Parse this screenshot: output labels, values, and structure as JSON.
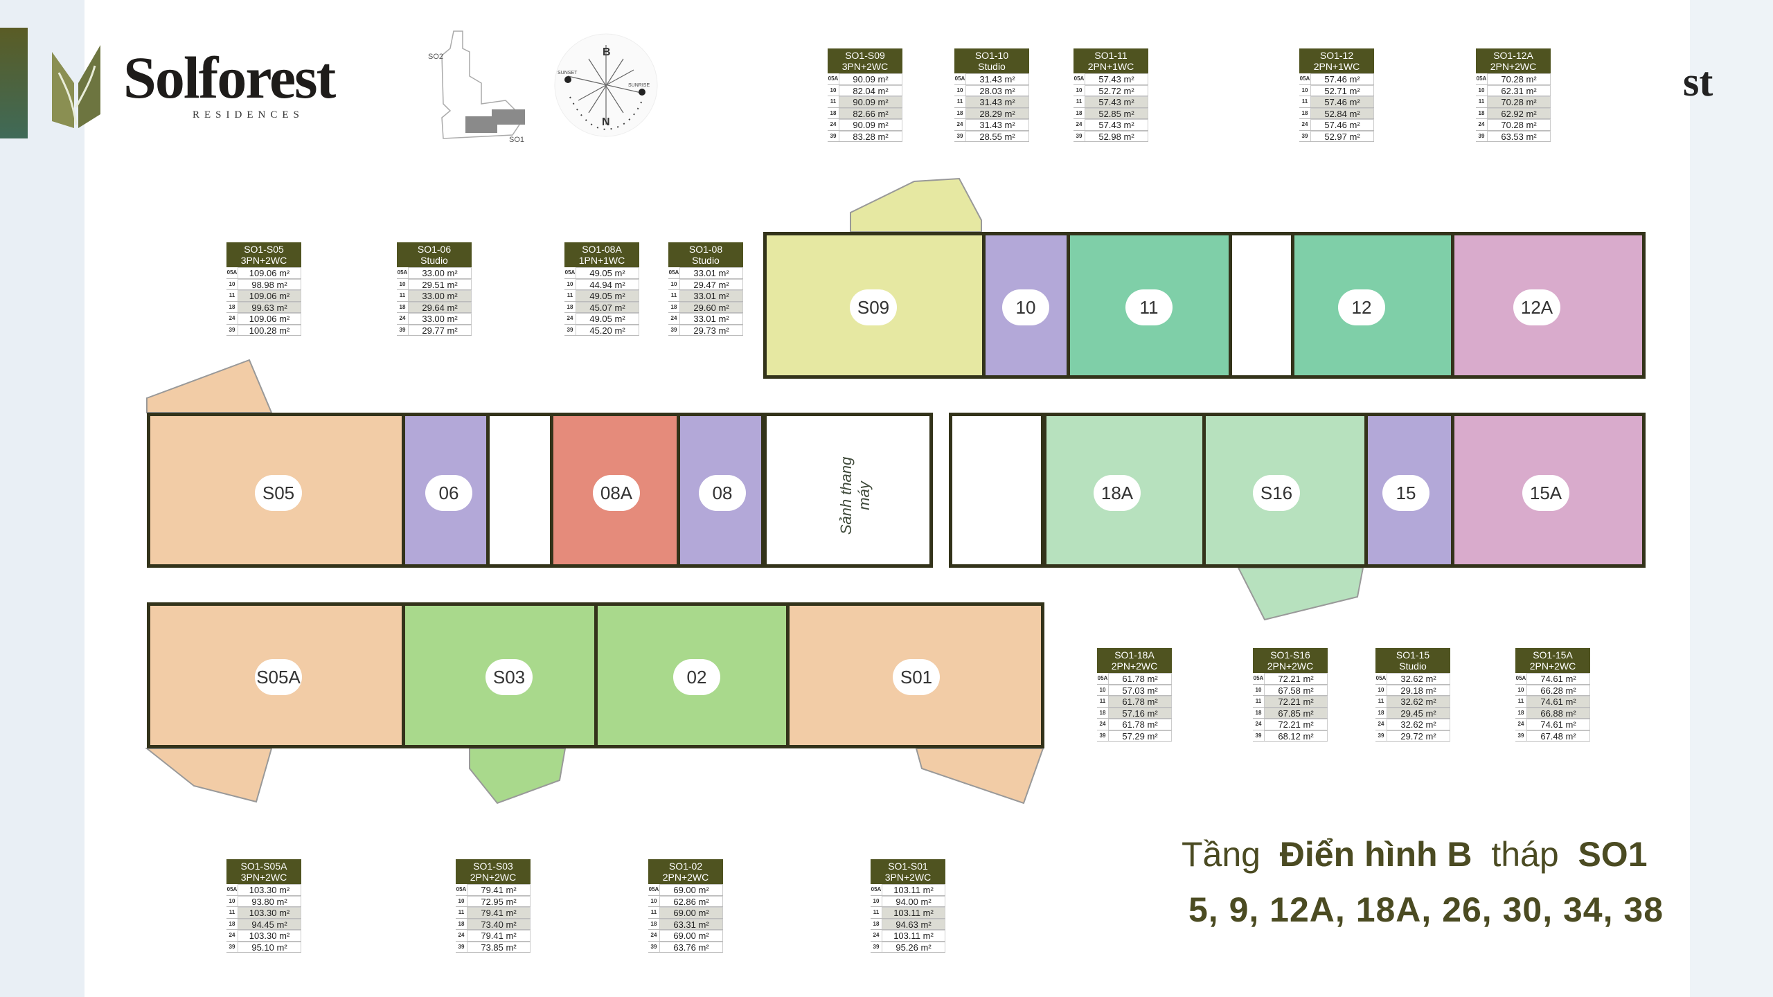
{
  "brand": {
    "name": "Solforest",
    "sub": "RESIDENCES",
    "partial_right": "st"
  },
  "site_map": {
    "tower_a": "SO2",
    "tower_b": "SO1"
  },
  "compass": {
    "north": "B",
    "south": "N",
    "west": "SUNSET",
    "east": "SUNRISE"
  },
  "plan": {
    "lobby": "Sảnh thang máy",
    "units": [
      "S09",
      "10",
      "11",
      "12",
      "12A",
      "S05",
      "06",
      "08A",
      "08",
      "18A",
      "S16",
      "15",
      "15A",
      "S05A",
      "S03",
      "02",
      "S01"
    ],
    "colors": {
      "yellow": "#e6e8a2",
      "purple": "#b3a8d8",
      "green": "#7fcfa8",
      "pink": "#d9abcc",
      "orange": "#f2cca6",
      "red": "#e58b7b",
      "lightgreen": "#b7e1be",
      "midgreen": "#a9d98c"
    }
  },
  "tables": [
    {
      "code": "SO1-S09",
      "type": "3PN+2WC",
      "rows": [
        [
          "05A",
          "90.09 m²"
        ],
        [
          "10",
          "82.04 m²"
        ],
        [
          "11",
          "90.09 m²"
        ],
        [
          "18",
          "82.66 m²"
        ],
        [
          "24",
          "90.09 m²"
        ],
        [
          "39",
          "83.28 m²"
        ]
      ]
    },
    {
      "code": "SO1-10",
      "type": "Studio",
      "rows": [
        [
          "05A",
          "31.43 m²"
        ],
        [
          "10",
          "28.03 m²"
        ],
        [
          "11",
          "31.43 m²"
        ],
        [
          "18",
          "28.29 m²"
        ],
        [
          "24",
          "31.43 m²"
        ],
        [
          "39",
          "28.55 m²"
        ]
      ]
    },
    {
      "code": "SO1-11",
      "type": "2PN+1WC",
      "rows": [
        [
          "05A",
          "57.43 m²"
        ],
        [
          "10",
          "52.72 m²"
        ],
        [
          "11",
          "57.43 m²"
        ],
        [
          "18",
          "52.85 m²"
        ],
        [
          "24",
          "57.43 m²"
        ],
        [
          "39",
          "52.98 m²"
        ]
      ]
    },
    {
      "code": "SO1-12",
      "type": "2PN+1WC",
      "rows": [
        [
          "05A",
          "57.46 m²"
        ],
        [
          "10",
          "52.71 m²"
        ],
        [
          "11",
          "57.46 m²"
        ],
        [
          "18",
          "52.84 m²"
        ],
        [
          "24",
          "57.46 m²"
        ],
        [
          "39",
          "52.97 m²"
        ]
      ]
    },
    {
      "code": "SO1-12A",
      "type": "2PN+2WC",
      "rows": [
        [
          "05A",
          "70.28 m²"
        ],
        [
          "10",
          "62.31 m²"
        ],
        [
          "11",
          "70.28 m²"
        ],
        [
          "18",
          "62.92 m²"
        ],
        [
          "24",
          "70.28 m²"
        ],
        [
          "39",
          "63.53 m²"
        ]
      ]
    },
    {
      "code": "SO1-S05",
      "type": "3PN+2WC",
      "rows": [
        [
          "05A",
          "109.06 m²"
        ],
        [
          "10",
          "98.98 m²"
        ],
        [
          "11",
          "109.06 m²"
        ],
        [
          "18",
          "99.63 m²"
        ],
        [
          "24",
          "109.06 m²"
        ],
        [
          "39",
          "100.28 m²"
        ]
      ]
    },
    {
      "code": "SO1-06",
      "type": "Studio",
      "rows": [
        [
          "05A",
          "33.00 m²"
        ],
        [
          "10",
          "29.51 m²"
        ],
        [
          "11",
          "33.00 m²"
        ],
        [
          "18",
          "29.64 m²"
        ],
        [
          "24",
          "33.00 m²"
        ],
        [
          "39",
          "29.77 m²"
        ]
      ]
    },
    {
      "code": "SO1-08A",
      "type": "1PN+1WC",
      "rows": [
        [
          "05A",
          "49.05 m²"
        ],
        [
          "10",
          "44.94 m²"
        ],
        [
          "11",
          "49.05 m²"
        ],
        [
          "18",
          "45.07 m²"
        ],
        [
          "24",
          "49.05 m²"
        ],
        [
          "39",
          "45.20 m²"
        ]
      ]
    },
    {
      "code": "SO1-08",
      "type": "Studio",
      "rows": [
        [
          "05A",
          "33.01 m²"
        ],
        [
          "10",
          "29.47 m²"
        ],
        [
          "11",
          "33.01 m²"
        ],
        [
          "18",
          "29.60 m²"
        ],
        [
          "24",
          "33.01 m²"
        ],
        [
          "39",
          "29.73 m²"
        ]
      ]
    },
    {
      "code": "SO1-18A",
      "type": "2PN+2WC",
      "rows": [
        [
          "05A",
          "61.78 m²"
        ],
        [
          "10",
          "57.03 m²"
        ],
        [
          "11",
          "61.78 m²"
        ],
        [
          "18",
          "57.16 m²"
        ],
        [
          "24",
          "61.78 m²"
        ],
        [
          "39",
          "57.29 m²"
        ]
      ]
    },
    {
      "code": "SO1-S16",
      "type": "2PN+2WC",
      "rows": [
        [
          "05A",
          "72.21 m²"
        ],
        [
          "10",
          "67.58 m²"
        ],
        [
          "11",
          "72.21 m²"
        ],
        [
          "18",
          "67.85 m²"
        ],
        [
          "24",
          "72.21 m²"
        ],
        [
          "39",
          "68.12 m²"
        ]
      ]
    },
    {
      "code": "SO1-15",
      "type": "Studio",
      "rows": [
        [
          "05A",
          "32.62 m²"
        ],
        [
          "10",
          "29.18 m²"
        ],
        [
          "11",
          "32.62 m²"
        ],
        [
          "18",
          "29.45 m²"
        ],
        [
          "24",
          "32.62 m²"
        ],
        [
          "39",
          "29.72 m²"
        ]
      ]
    },
    {
      "code": "SO1-15A",
      "type": "2PN+2WC",
      "rows": [
        [
          "05A",
          "74.61 m²"
        ],
        [
          "10",
          "66.28 m²"
        ],
        [
          "11",
          "74.61 m²"
        ],
        [
          "18",
          "66.88 m²"
        ],
        [
          "24",
          "74.61 m²"
        ],
        [
          "39",
          "67.48 m²"
        ]
      ]
    },
    {
      "code": "SO1-S05A",
      "type": "3PN+2WC",
      "rows": [
        [
          "05A",
          "103.30 m²"
        ],
        [
          "10",
          "93.80 m²"
        ],
        [
          "11",
          "103.30 m²"
        ],
        [
          "18",
          "94.45 m²"
        ],
        [
          "24",
          "103.30 m²"
        ],
        [
          "39",
          "95.10 m²"
        ]
      ]
    },
    {
      "code": "SO1-S03",
      "type": "2PN+2WC",
      "rows": [
        [
          "05A",
          "79.41 m²"
        ],
        [
          "10",
          "72.95 m²"
        ],
        [
          "11",
          "79.41 m²"
        ],
        [
          "18",
          "73.40 m²"
        ],
        [
          "24",
          "79.41 m²"
        ],
        [
          "39",
          "73.85 m²"
        ]
      ]
    },
    {
      "code": "SO1-02",
      "type": "2PN+2WC",
      "rows": [
        [
          "05A",
          "69.00 m²"
        ],
        [
          "10",
          "62.86 m²"
        ],
        [
          "11",
          "69.00 m²"
        ],
        [
          "18",
          "63.31 m²"
        ],
        [
          "24",
          "69.00 m²"
        ],
        [
          "39",
          "63.76 m²"
        ]
      ]
    },
    {
      "code": "SO1-S01",
      "type": "3PN+2WC",
      "rows": [
        [
          "05A",
          "103.11 m²"
        ],
        [
          "10",
          "94.00 m²"
        ],
        [
          "11",
          "103.11 m²"
        ],
        [
          "18",
          "94.63 m²"
        ],
        [
          "24",
          "103.11 m²"
        ],
        [
          "39",
          "95.26 m²"
        ]
      ]
    }
  ],
  "title": {
    "word1": "Tầng",
    "word2": "Điển hình B",
    "word3": "tháp",
    "word4": "SO1",
    "floors": "5, 9, 12A, 18A, 26, 30, 34, 38"
  }
}
